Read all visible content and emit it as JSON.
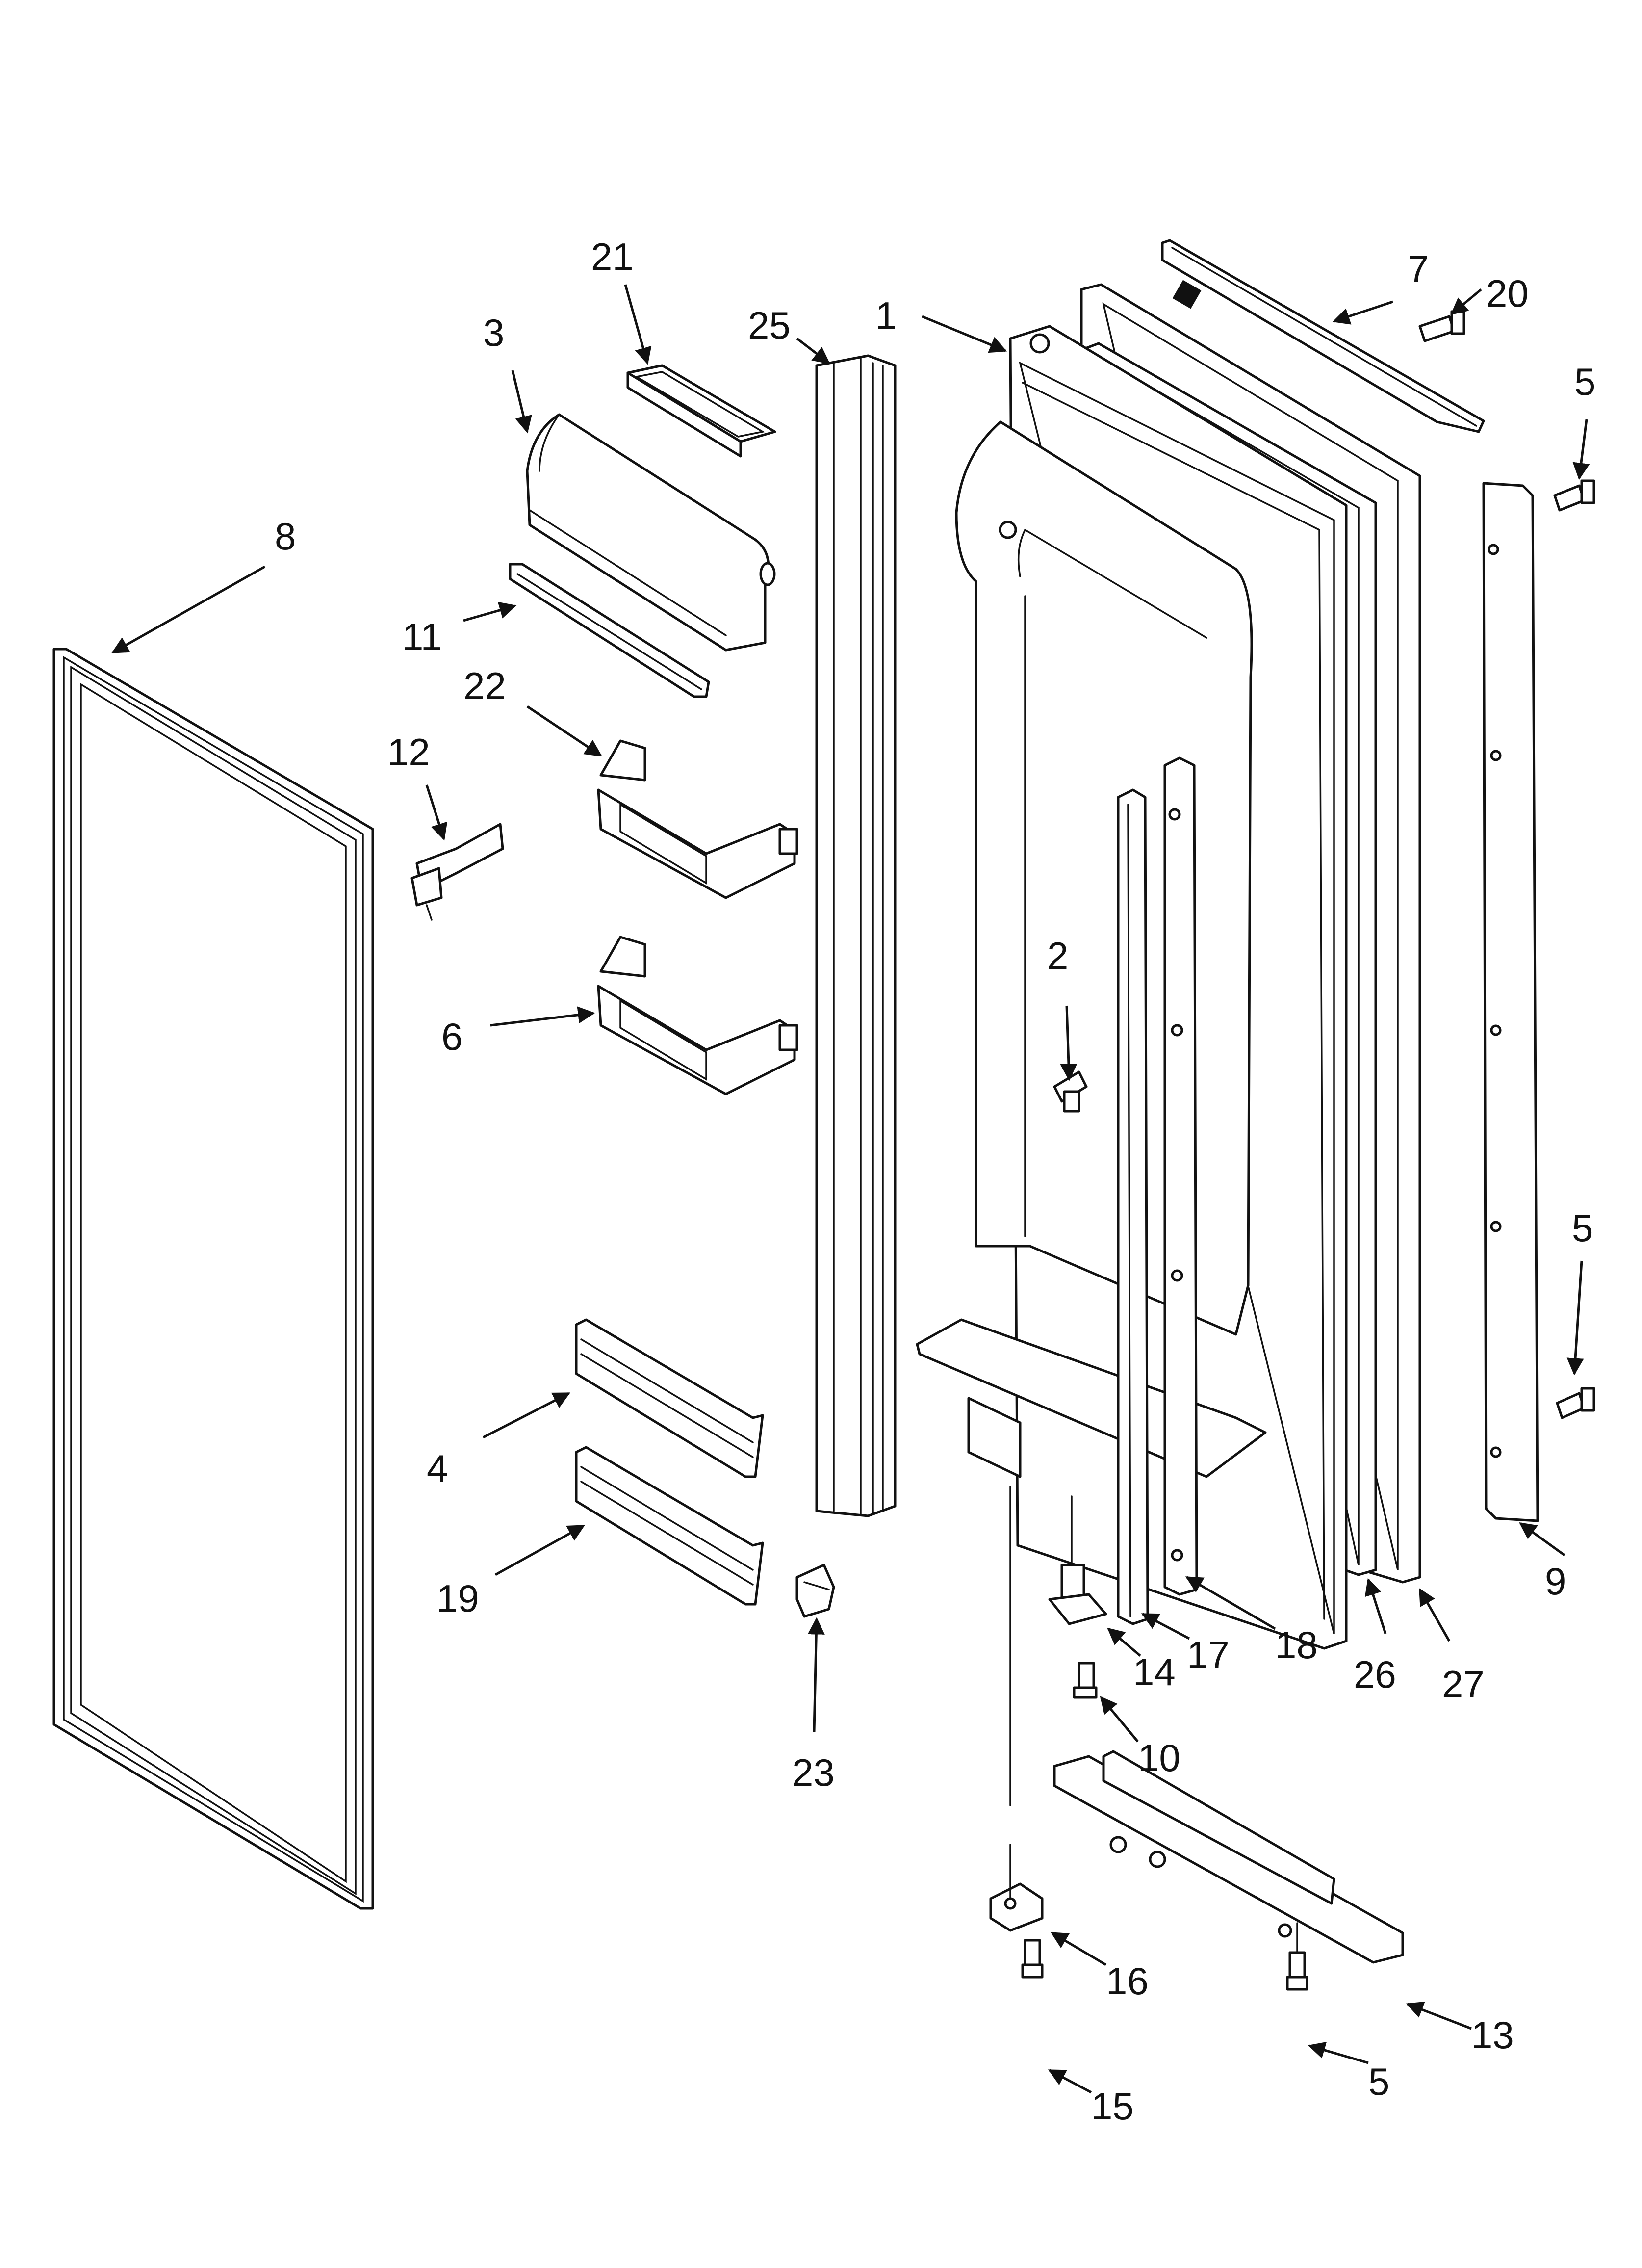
{
  "diagram": {
    "callouts": {
      "c1": "1",
      "c2": "2",
      "c3": "3",
      "c4": "4",
      "c5a": "5",
      "c5b": "5",
      "c5c": "5",
      "c6": "6",
      "c7": "7",
      "c8": "8",
      "c9": "9",
      "c10": "10",
      "c11": "11",
      "c12": "12",
      "c13": "13",
      "c14": "14",
      "c15": "15",
      "c16": "16",
      "c17": "17",
      "c18": "18",
      "c19": "19",
      "c20": "20",
      "c21": "21",
      "c22": "22",
      "c23": "23",
      "c25": "25",
      "c26": "26",
      "c27": "27"
    }
  }
}
